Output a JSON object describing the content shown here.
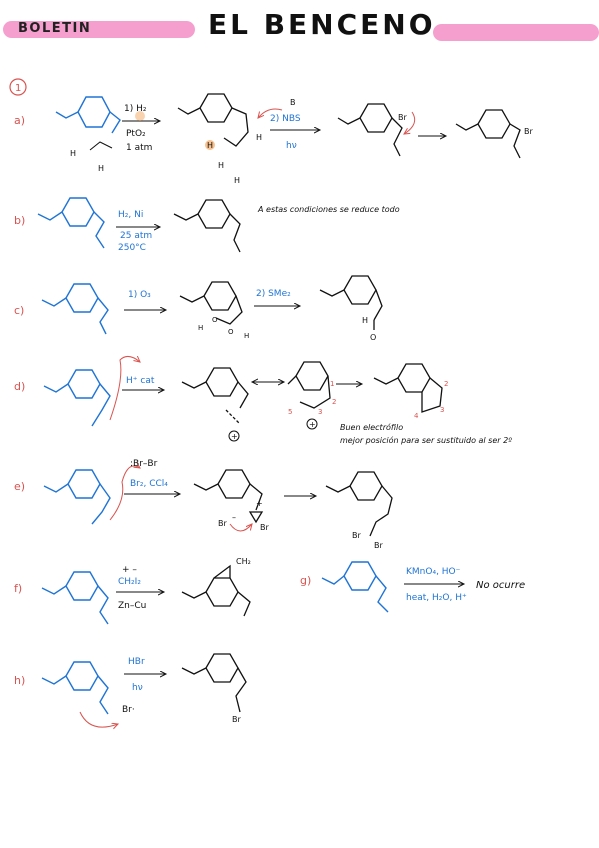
{
  "header": {
    "label": "BOLETIN",
    "title": "EL BENCENO"
  },
  "section": {
    "number": "1"
  },
  "rows": {
    "a": {
      "label": "a)",
      "cond1": [
        "1) H₂",
        "PtO₂",
        "1 atm"
      ],
      "cond2": [
        "2) NBS",
        "hν"
      ],
      "atoms": {
        "h": "H",
        "br": "Br",
        "br_radical": "B"
      }
    },
    "b": {
      "label": "b)",
      "cond": [
        "H₂, Ni",
        "25 atm",
        "250°C"
      ],
      "note": "A estas condiciones se reduce todo"
    },
    "c": {
      "label": "c)",
      "cond1": "1) O₃",
      "cond2": "2) SMe₂",
      "atoms": {
        "o": "O",
        "h": "H"
      }
    },
    "d": {
      "label": "d)",
      "cond": "H⁺ cat",
      "note1": "Buen electrófilo",
      "note2": "mejor posición para ser sustituido al ser 2º",
      "charge": "+",
      "ring_numbers": [
        "1",
        "2",
        "3",
        "4",
        "5"
      ]
    },
    "e": {
      "label": "e)",
      "cond_top": ":Br–Br",
      "cond": "Br₂, CCl₄",
      "atoms": {
        "br": "Br",
        "plus": "+",
        "minus": "–"
      }
    },
    "f": {
      "label": "f)",
      "charges": "+   –",
      "cond": "CH₂I₂",
      "cond_bottom": "Zn–Cu",
      "product_label": "CH₂"
    },
    "g": {
      "label": "g)",
      "cond": "KMnO₄, HO⁻",
      "cond_bottom": "heat, H₂O, H⁺",
      "result": "No ocurre"
    },
    "h": {
      "label": "h)",
      "cond": "HBr",
      "cond_bottom": "hν",
      "radical": "Br·",
      "atoms": {
        "br": "Br"
      }
    }
  },
  "colors": {
    "pink": "#f59fcf",
    "blue": "#1f74d6",
    "red": "#d9534f",
    "ink": "#111111",
    "highlight": "#f3a761"
  }
}
